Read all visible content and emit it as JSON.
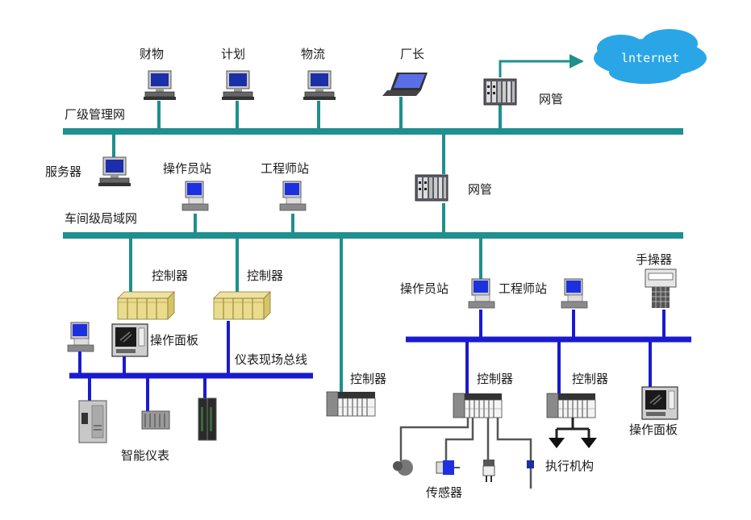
{
  "colors": {
    "teal_bus": "#1f8f8f",
    "blue_bus": "#1a1ad0",
    "cloud": "#2aa6e6",
    "wire": "#555555"
  },
  "networks": {
    "plant_level": "厂级管理网",
    "workshop_lan": "车间级局域网",
    "fieldbus": "仪表现场总线"
  },
  "top_nodes": {
    "finance": "财物",
    "planning": "计划",
    "logistics": "物流",
    "director": "厂长",
    "gateway_top": "网管",
    "internet": "lnternet"
  },
  "mid_nodes": {
    "server": "服务器",
    "operator_station": "操作员站",
    "engineer_station": "工程师站",
    "gateway_mid": "网管"
  },
  "left_area": {
    "controller_1": "控制器",
    "controller_2": "控制器",
    "operator_panel": "操作面板",
    "smart_instruments": "智能仪表"
  },
  "center": {
    "controller": "控制器"
  },
  "right_area": {
    "operator_station": "操作员站",
    "engineer_station": "工程师站",
    "hand_operator": "手操器",
    "controller_1": "控制器",
    "controller_2": "控制器",
    "operator_panel": "操作面板",
    "sensors": "传感器",
    "actuators": "执行机构"
  }
}
